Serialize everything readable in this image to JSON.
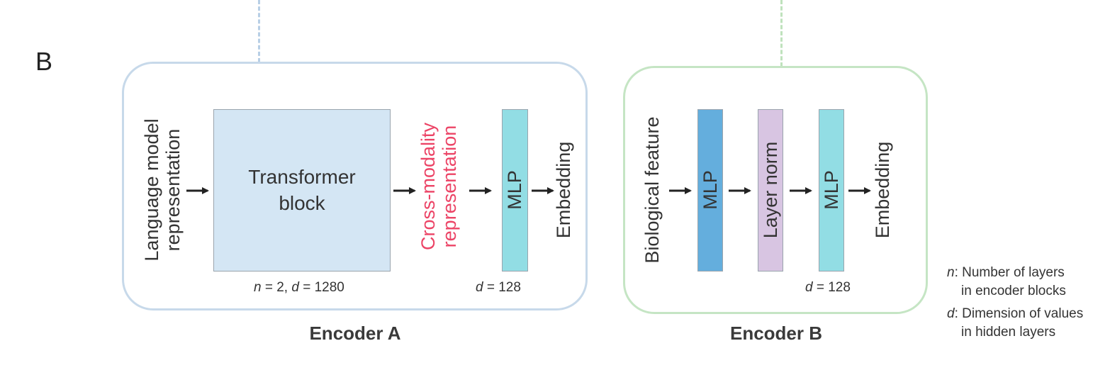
{
  "panel_letter": "B",
  "encoder_a": {
    "title": "Encoder A",
    "input_label": "Language model\nrepresentation",
    "transformer_label": "Transformer\nblock",
    "transformer_dims": {
      "n": "n",
      "n_val": " = 2, ",
      "d": "d",
      "d_val": " = 1280"
    },
    "cross_label": "Cross-modality\nrepresentation",
    "mlp_label": "MLP",
    "mlp_dims": {
      "d": "d",
      "d_val": " = 128"
    },
    "output_label": "Embedding",
    "colors": {
      "border": "#c7d9ea",
      "transformer": "#d4e6f4",
      "mlp": "#92dde4",
      "cross_label": "#ec4466"
    }
  },
  "encoder_b": {
    "title": "Encoder B",
    "input_label": "Biological feature",
    "mlp1_label": "MLP",
    "layernorm_label": "Layer norm",
    "mlp2_label": "MLP",
    "mlp_dims": {
      "d": "d",
      "d_val": " = 128"
    },
    "output_label": "Embedding",
    "colors": {
      "border": "#c5e5c4",
      "mlp1": "#64aedd",
      "layernorm": "#d8c5e2",
      "mlp2": "#92dde4"
    }
  },
  "legend": {
    "n_symbol": "n",
    "n_text": ": Number of layers",
    "n_text2": "in encoder blocks",
    "d_symbol": "d",
    "d_text": ": Dimension of values",
    "d_text2": "in hidden layers"
  }
}
